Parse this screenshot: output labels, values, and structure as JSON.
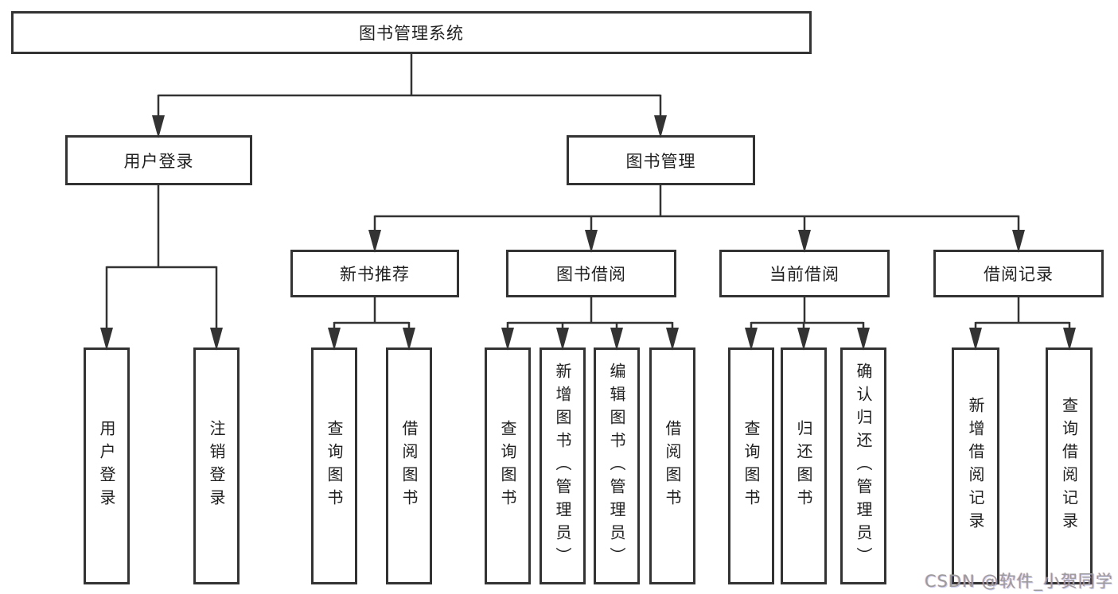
{
  "tree": {
    "label": "图书管理系统",
    "children": [
      {
        "label": "用户登录",
        "children": [
          {
            "label": "用户登录"
          },
          {
            "label": "注销登录"
          }
        ]
      },
      {
        "label": "图书管理",
        "children": [
          {
            "label": "新书推荐",
            "children": [
              {
                "label": "查询图书"
              },
              {
                "label": "借阅图书"
              }
            ]
          },
          {
            "label": "图书借阅",
            "children": [
              {
                "label": "查询图书"
              },
              {
                "label": "新增图书（管理员）"
              },
              {
                "label": "编辑图书（管理员）"
              },
              {
                "label": "借阅图书"
              }
            ]
          },
          {
            "label": "当前借阅",
            "children": [
              {
                "label": "查询图书"
              },
              {
                "label": "归还图书"
              },
              {
                "label": "确认归还（管理员）"
              }
            ]
          },
          {
            "label": "借阅记录",
            "children": [
              {
                "label": "新增借阅记录"
              },
              {
                "label": "查询借阅记录"
              }
            ]
          }
        ]
      }
    ]
  },
  "watermark": "CSDN @软件_小贺同学",
  "colors": {
    "line": "#333333",
    "node_border": "#333333",
    "node_fill": "#ffffff",
    "text": "#1f1f1f",
    "background": "#ffffff",
    "watermark": "#9b9b9b"
  }
}
